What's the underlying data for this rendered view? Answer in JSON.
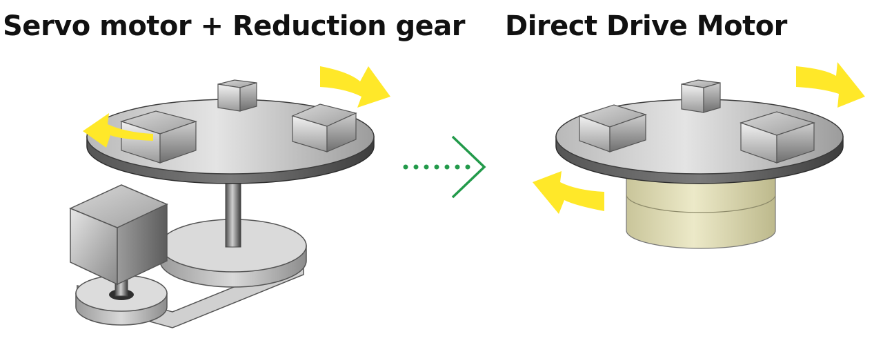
{
  "titles": {
    "left": "Servo motor + Reduction gear",
    "right": "Direct Drive Motor"
  },
  "colors": {
    "rotation_arrow": "#ffe829",
    "transition_arrow": "#229a4a",
    "direct_drive_motor_body": "#d8d4a8",
    "metal": "#a8a8a8"
  },
  "icons": {
    "transition": "dotted-chevron-right-arrow",
    "rotation": "curved-yellow-arrow"
  }
}
